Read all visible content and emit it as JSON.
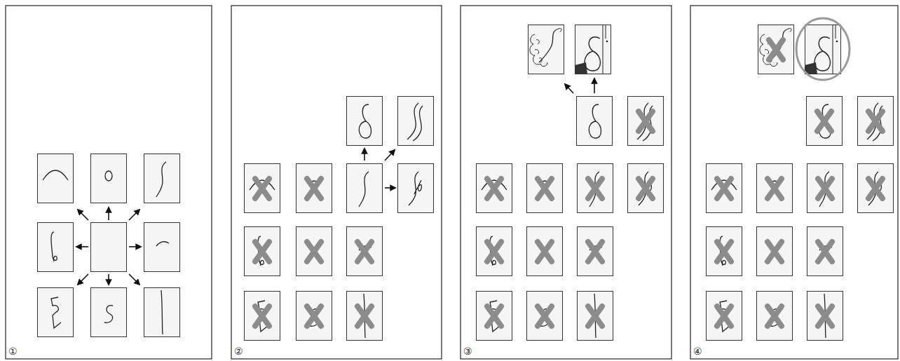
{
  "diagram": {
    "labels": [
      "①",
      "②",
      "③",
      "④"
    ]
  }
}
